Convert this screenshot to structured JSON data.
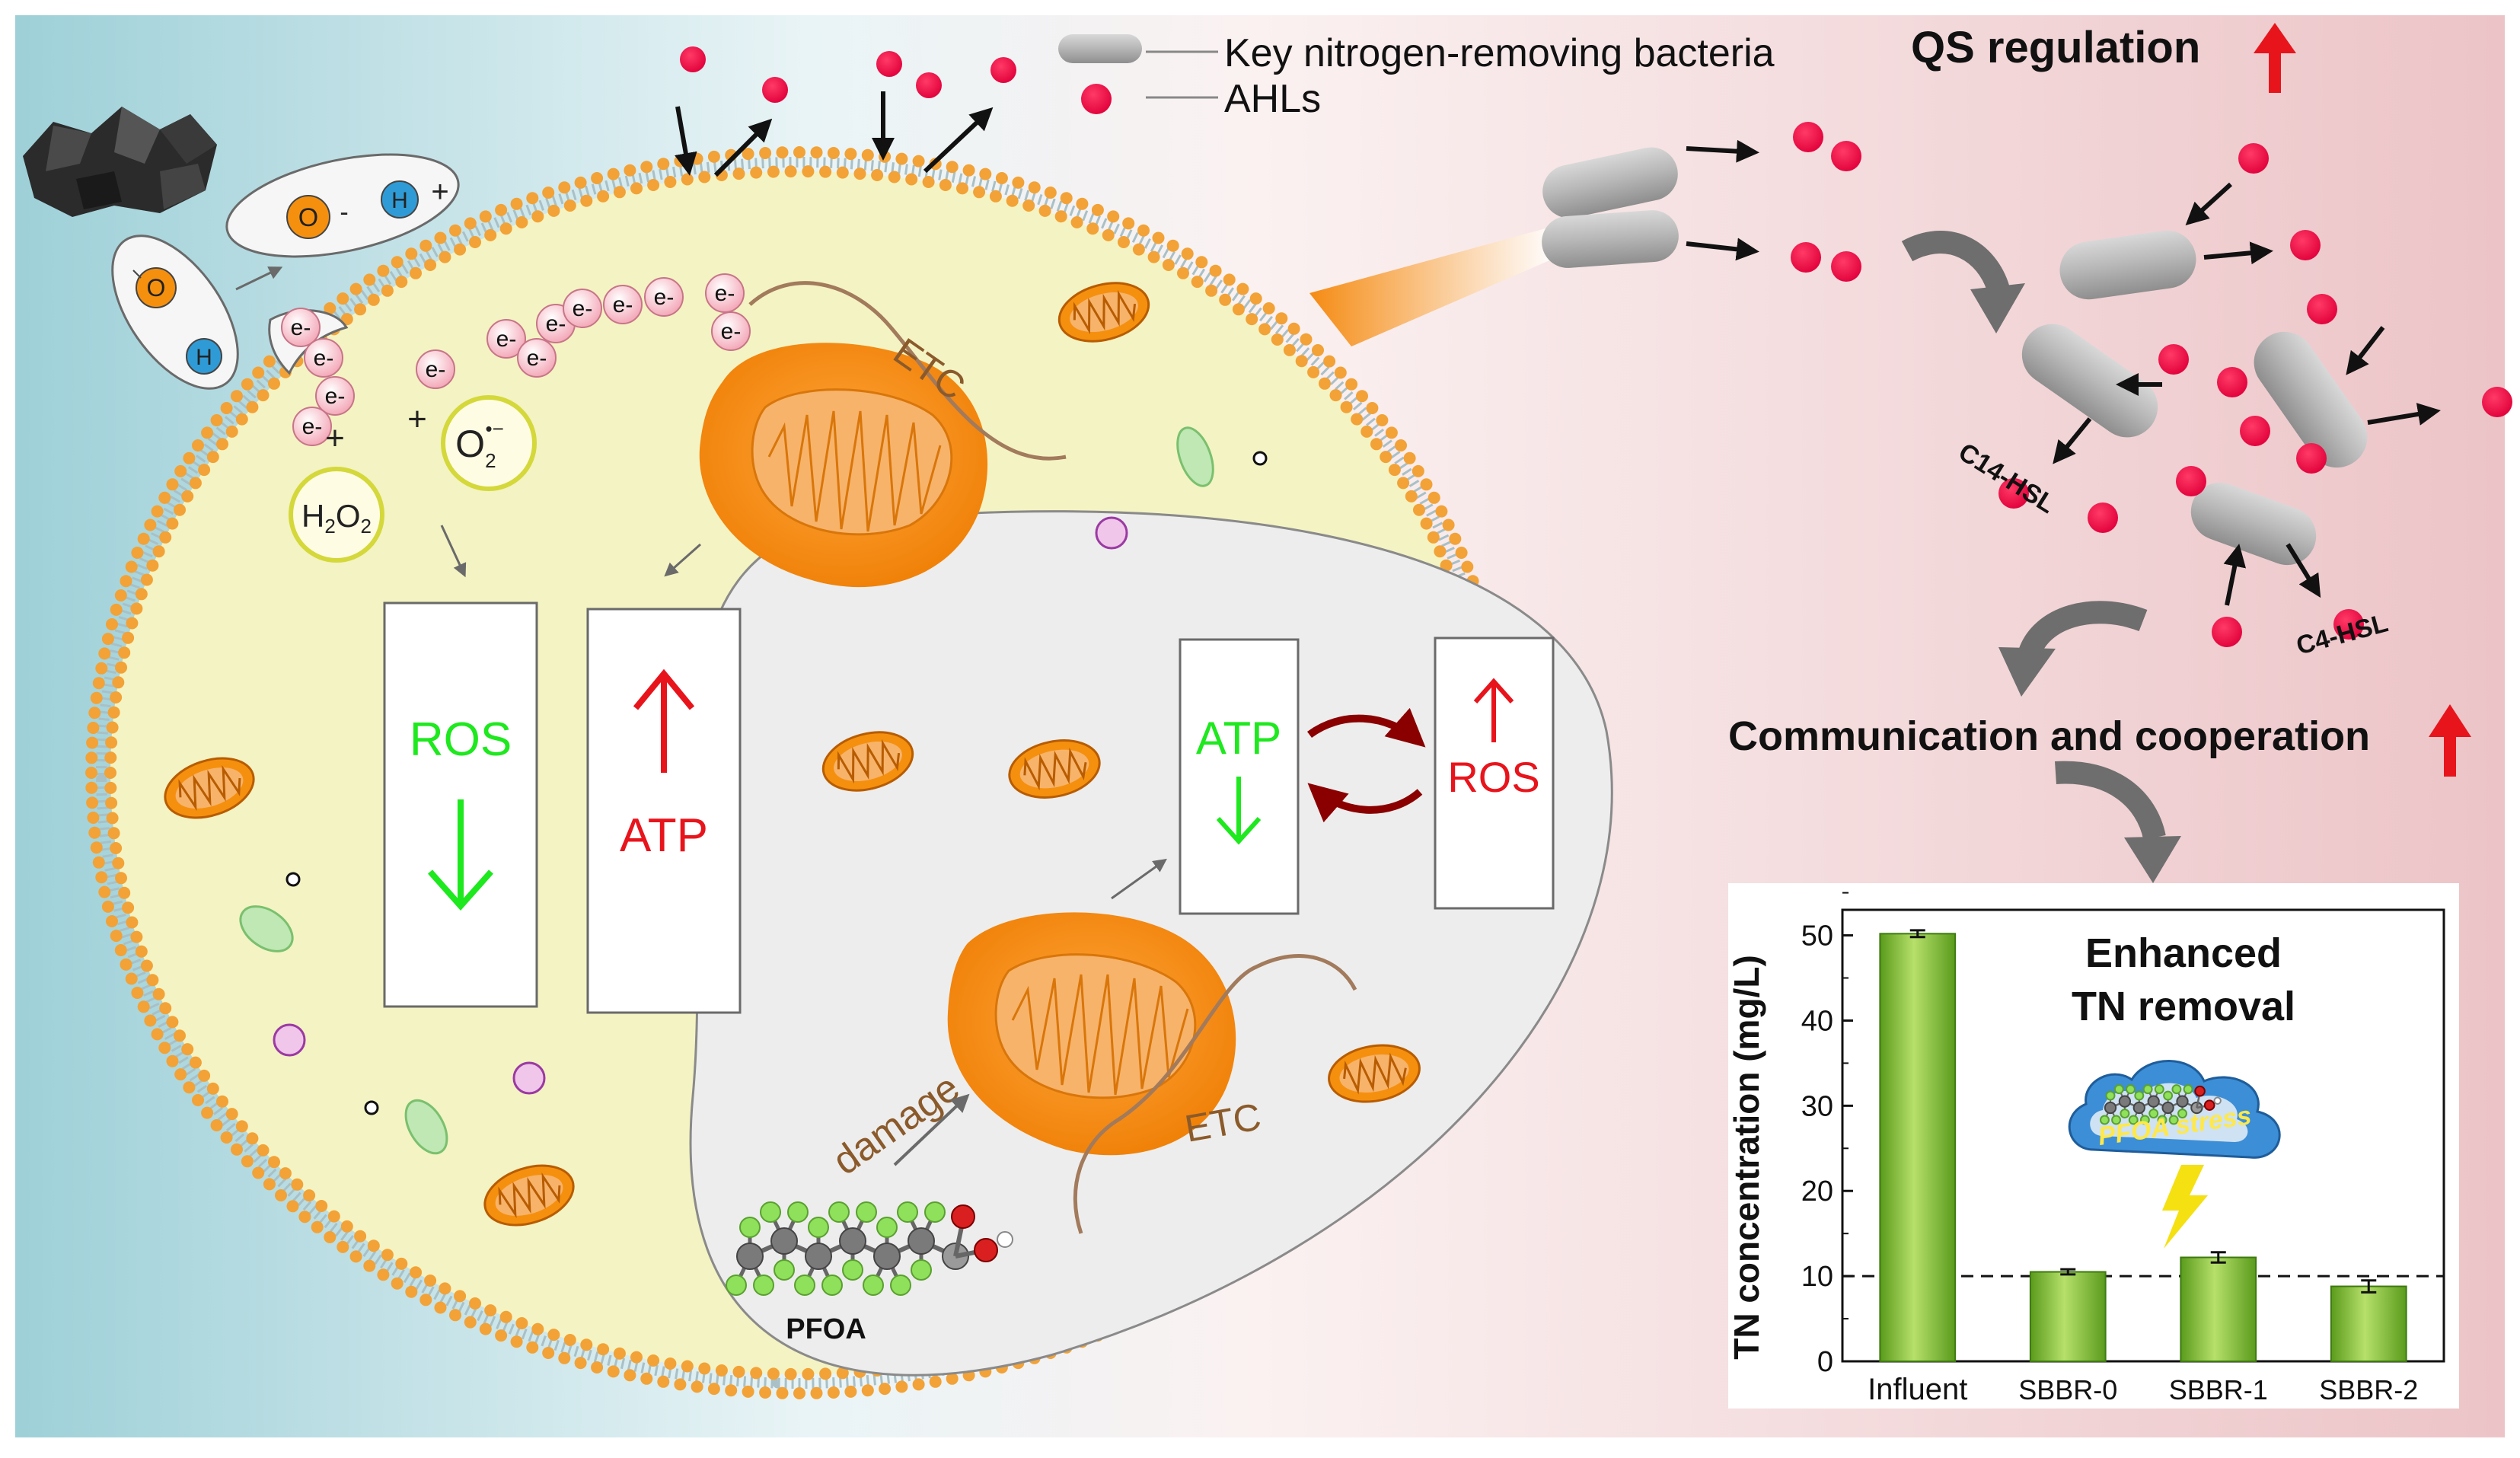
{
  "legend": {
    "bacteria_label": "Key nitrogen-removing bacteria",
    "ahl_label": "AHLs"
  },
  "qs_regulation": "QS regulation",
  "communication": "Communication and cooperation",
  "signals": {
    "c14": "C14-HSL",
    "c4": "C4-HSL"
  },
  "cell": {
    "etc_top": "ETC",
    "etc_bottom": "ETC",
    "ros_left": "ROS",
    "atp_left": "ATP",
    "atp_right": "ATP",
    "ros_right": "ROS",
    "damage": "damage",
    "pfoa": "PFOA",
    "electron": "e-",
    "plus": "+",
    "minus": "-",
    "h2o2_h": "H",
    "h2o2_sub": "2",
    "h2o2_o": "O",
    "superoxide_o": "O",
    "superoxide_sub": "2",
    "superoxide_sup": "•−",
    "hydroxyl_o": "O",
    "hydroxyl_h": "H"
  },
  "colors": {
    "increase_red": "#e8141c",
    "decrease_green": "#1ee81e",
    "mitochondria": "#f5900f",
    "membrane": "#f2a236",
    "bar_green": "#8cc63f"
  },
  "chart_data": {
    "type": "bar",
    "title": "Enhanced TN removal",
    "title_lines": [
      "Enhanced",
      "TN removal"
    ],
    "ylabel": "TN concentration (mg/L)",
    "categories": [
      "Influent",
      "SBBR-0",
      "SBBR-1",
      "SBBR-2"
    ],
    "values": [
      50.2,
      10.5,
      12.2,
      8.8
    ],
    "errors": [
      0.4,
      0.3,
      0.6,
      0.7
    ],
    "ylim": [
      0,
      53
    ],
    "yticks": [
      0,
      10,
      20,
      30,
      40,
      50
    ],
    "reference_line": 10,
    "inset_label": "PFOA stress",
    "grid": false
  }
}
